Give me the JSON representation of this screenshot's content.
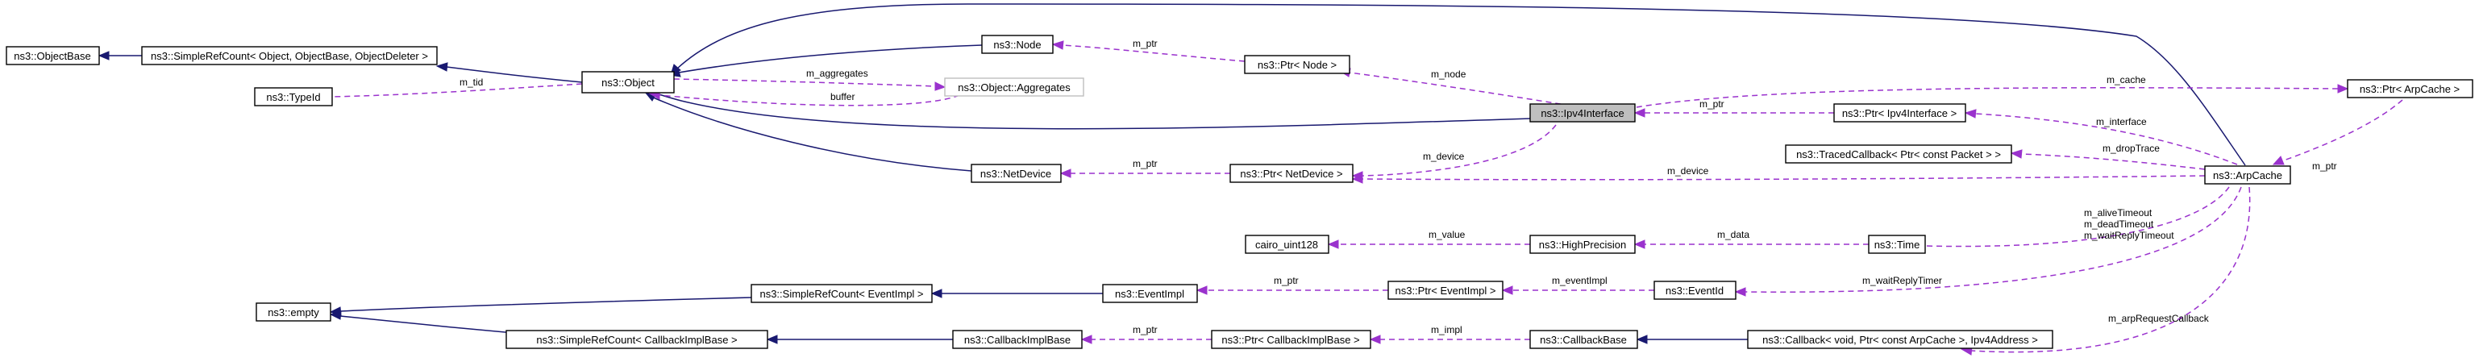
{
  "nodes": {
    "objectbase": "ns3::ObjectBase",
    "simplerefcount_object": "ns3::SimpleRefCount< Object, ObjectBase, ObjectDeleter >",
    "object": "ns3::Object",
    "typeid": "ns3::TypeId",
    "aggregates": "ns3::Object::Aggregates",
    "node": "ns3::Node",
    "ptr_node": "ns3::Ptr< Node >",
    "ipv4interface": "ns3::Ipv4Interface",
    "ptr_ipv4interface": "ns3::Ptr< Ipv4Interface >",
    "ptr_arpcache": "ns3::Ptr< ArpCache >",
    "tracedcallback": "ns3::TracedCallback< Ptr< const Packet > >",
    "arpcache": "ns3::ArpCache",
    "netdevice": "ns3::NetDevice",
    "ptr_netdevice": "ns3::Ptr< NetDevice >",
    "cairo": "cairo_uint128",
    "highprecision": "ns3::HighPrecision",
    "time": "ns3::Time",
    "empty": "ns3::empty",
    "simplerefcount_eventimpl": "ns3::SimpleRefCount< EventImpl >",
    "eventimpl": "ns3::EventImpl",
    "ptr_eventimpl": "ns3::Ptr< EventImpl >",
    "eventid": "ns3::EventId",
    "simplerefcount_callbackimplbase": "ns3::SimpleRefCount< CallbackImplBase >",
    "callbackimplbase": "ns3::CallbackImplBase",
    "ptr_callbackimplbase": "ns3::Ptr< CallbackImplBase >",
    "callbackbase": "ns3::CallbackBase",
    "callback_arp": "ns3::Callback< void, Ptr< const ArpCache >, Ipv4Address >"
  },
  "edge_labels": {
    "m_tid": "m_tid",
    "m_aggregates": "m_aggregates",
    "buffer": "buffer",
    "m_ptr_node": "m_ptr",
    "m_node": "m_node",
    "m_cache": "m_cache",
    "m_ptr_ipv4": "m_ptr",
    "m_ptr_arpcache": "m_ptr",
    "m_interface": "m_interface",
    "m_dropTrace": "m_dropTrace",
    "m_device_ipv4": "m_device",
    "m_device_arp": "m_device",
    "m_ptr_netdevice": "m_ptr",
    "m_value": "m_value",
    "m_data": "m_data",
    "timeouts": "m_aliveTimeout\nm_deadTimeout\nm_waitReplyTimeout",
    "m_ptr_eventimpl": "m_ptr",
    "m_eventImpl": "m_eventImpl",
    "m_waitReplyTimer": "m_waitReplyTimer",
    "m_ptr_callback": "m_ptr",
    "m_impl": "m_impl",
    "m_arpRequestCallback": "m_arpRequestCallback"
  },
  "colors": {
    "inheritance_edge": "#191970",
    "usage_edge": "#9a32cd",
    "highlight_fill": "#bfbfbf",
    "undocumented_border": "#bfbfbf"
  }
}
